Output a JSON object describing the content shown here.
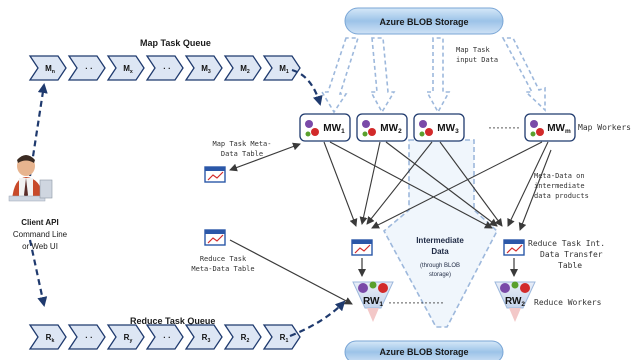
{
  "storage": {
    "top_label": "Azure BLOB Storage",
    "bottom_label": "Azure BLOB Storage"
  },
  "map_queue": {
    "title": "Map Task Queue",
    "cells": [
      {
        "main": "M",
        "sub": "n"
      },
      {
        "main": "· ·",
        "sub": ""
      },
      {
        "main": "M",
        "sub": "x"
      },
      {
        "main": "· ·",
        "sub": ""
      },
      {
        "main": "M",
        "sub": "3"
      },
      {
        "main": "M",
        "sub": "2"
      },
      {
        "main": "M",
        "sub": "1"
      }
    ]
  },
  "reduce_queue": {
    "title": "Reduce Task Queue",
    "cells": [
      {
        "main": "R",
        "sub": "k"
      },
      {
        "main": "· ·",
        "sub": ""
      },
      {
        "main": "R",
        "sub": "y"
      },
      {
        "main": "· ·",
        "sub": ""
      },
      {
        "main": "R",
        "sub": "3"
      },
      {
        "main": "R",
        "sub": "2"
      },
      {
        "main": "R",
        "sub": "1"
      }
    ]
  },
  "map_input": {
    "line1": "Map Task",
    "line2": "input Data"
  },
  "map_workers": {
    "label": "Map Workers",
    "items": [
      {
        "main": "MW",
        "sub": "1"
      },
      {
        "main": "MW",
        "sub": "2"
      },
      {
        "main": "MW",
        "sub": "3"
      },
      {
        "main": "MW",
        "sub": "m"
      }
    ],
    "dots": "········"
  },
  "reduce_workers": {
    "label": "Reduce Workers",
    "items": [
      {
        "main": "RW",
        "sub": "1"
      },
      {
        "main": "RW",
        "sub": "2"
      }
    ],
    "dots": "··············"
  },
  "client": {
    "line1": "Client API",
    "line2": "Command Line",
    "line3": "or Web UI"
  },
  "map_meta": {
    "line1": "Map Task Meta-",
    "line2": "Data Table"
  },
  "reduce_meta": {
    "line1": "Reduce Task",
    "line2": "Meta-Data Table"
  },
  "metadata_note": {
    "line1": "Meta-Data on",
    "line2": "intermediate",
    "line3": "data products"
  },
  "intermediate": {
    "line1": "Intermediate",
    "line2": "Data",
    "line3": "(through BLOB",
    "line4": "storage)"
  },
  "reduce_transfer": {
    "line1": "Reduce Task Int.",
    "line2": "Data Transfer",
    "line3": "Table"
  },
  "colors": {
    "navy": "#1f3a6e",
    "queue_fill": "#dde6f4",
    "blob_fill": "#9cc3e8",
    "dashed_blue": "#9db8dc",
    "arrow_dark": "#3a3a3a",
    "red_dot": "#d22a2a",
    "green_dot": "#5aa02c",
    "purple_dot": "#7a4aa8"
  }
}
